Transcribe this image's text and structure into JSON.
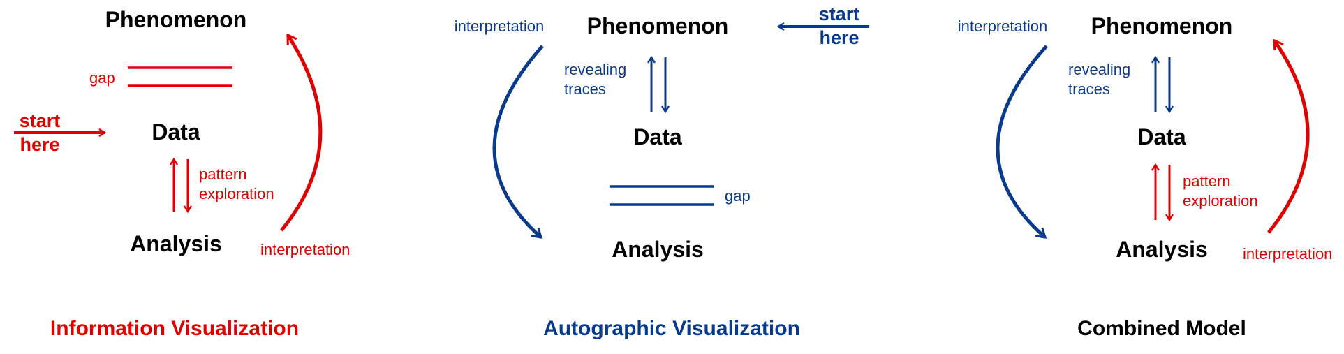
{
  "colors": {
    "red": "#e00000",
    "blue": "#0a3a8c",
    "black": "#000000"
  },
  "panels": {
    "infovis": {
      "title": "Information Visualization",
      "phenomenon": "Phenomenon",
      "data": "Data",
      "analysis": "Analysis",
      "gap": "gap",
      "start_line1": "start",
      "start_line2": "here",
      "pattern_line1": "pattern",
      "pattern_line2": "exploration",
      "interpretation": "interpretation"
    },
    "autographic": {
      "title": "Autographic Visualization",
      "phenomenon": "Phenomenon",
      "data": "Data",
      "analysis": "Analysis",
      "gap": "gap",
      "start_line1": "start",
      "start_line2": "here",
      "traces_line1": "revealing",
      "traces_line2": "traces",
      "interpretation": "interpretation"
    },
    "combined": {
      "title": "Combined Model",
      "phenomenon": "Phenomenon",
      "data": "Data",
      "analysis": "Analysis",
      "traces_line1": "revealing",
      "traces_line2": "traces",
      "pattern_line1": "pattern",
      "pattern_line2": "exploration",
      "interpretation_left": "interpretation",
      "interpretation_right": "interpretation"
    }
  }
}
